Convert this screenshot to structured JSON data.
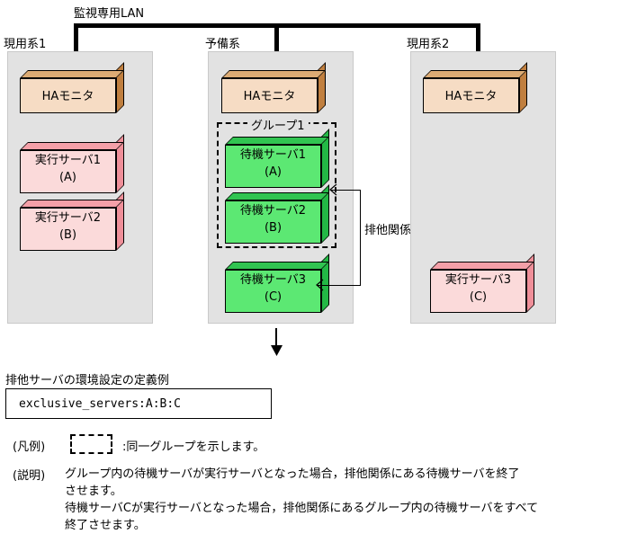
{
  "network": {
    "lan_label": "監視専用LAN"
  },
  "panels": [
    {
      "title": "現用系1",
      "boxes": [
        {
          "type": "ha",
          "line1": "HAモニタ",
          "line2": ""
        },
        {
          "type": "active",
          "line1": "実行サーバ1",
          "line2": "(A)"
        },
        {
          "type": "active",
          "line1": "実行サーバ2",
          "line2": "(B)"
        }
      ]
    },
    {
      "title": "予備系",
      "group_label": "グループ1",
      "boxes": [
        {
          "type": "ha",
          "line1": "HAモニタ",
          "line2": ""
        },
        {
          "type": "standby",
          "line1": "待機サーバ1",
          "line2": "(A)"
        },
        {
          "type": "standby",
          "line1": "待機サーバ2",
          "line2": "(B)"
        },
        {
          "type": "standby",
          "line1": "待機サーバ3",
          "line2": "(C)"
        }
      ]
    },
    {
      "title": "現用系2",
      "boxes": [
        {
          "type": "ha",
          "line1": "HAモニタ",
          "line2": ""
        },
        {
          "type": "active",
          "line1": "実行サーバ3",
          "line2": "(C)"
        }
      ]
    }
  ],
  "relation": {
    "label": "排他関係"
  },
  "config": {
    "caption": "排他サーバの環境設定の定義例",
    "value": "exclusive_servers:A:B:C"
  },
  "legend": {
    "key": "(凡例)",
    "text": ":同一グループを示します。"
  },
  "note": {
    "key": "(説明)",
    "text": "グループ内の待機サーバが実行サーバとなった場合，排他関係にある待機サーバを終了\nさせます。\n待機サーバCが実行サーバとなった場合，排他関係にあるグループ内の待機サーバをすべて\n終了させます。"
  },
  "colors": {
    "panel_bg": "#e2e2e2",
    "ha_front": "#f6dcc4",
    "active_front": "#fbdada",
    "standby_front": "#5ce873",
    "line": "#000000"
  }
}
